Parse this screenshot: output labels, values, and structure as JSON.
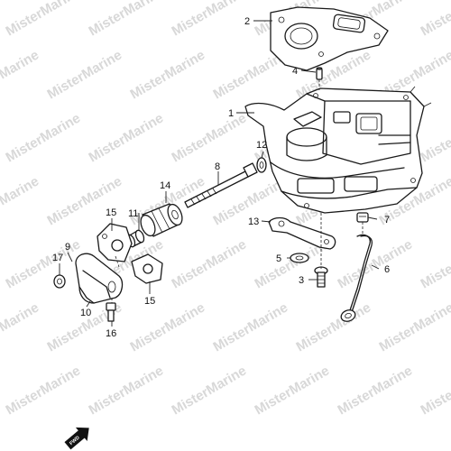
{
  "watermark": "MisterMarine",
  "fwd_label": "FWD",
  "callouts": {
    "c1": "1",
    "c2": "2",
    "c3": "3",
    "c4": "4",
    "c5": "5",
    "c6": "6",
    "c7": "7",
    "c8": "8",
    "c9": "9",
    "c10": "10",
    "c11": "11",
    "c12": "12",
    "c13": "13",
    "c14": "14",
    "c15a": "15",
    "c15b": "15",
    "c16": "16",
    "c17": "17"
  }
}
